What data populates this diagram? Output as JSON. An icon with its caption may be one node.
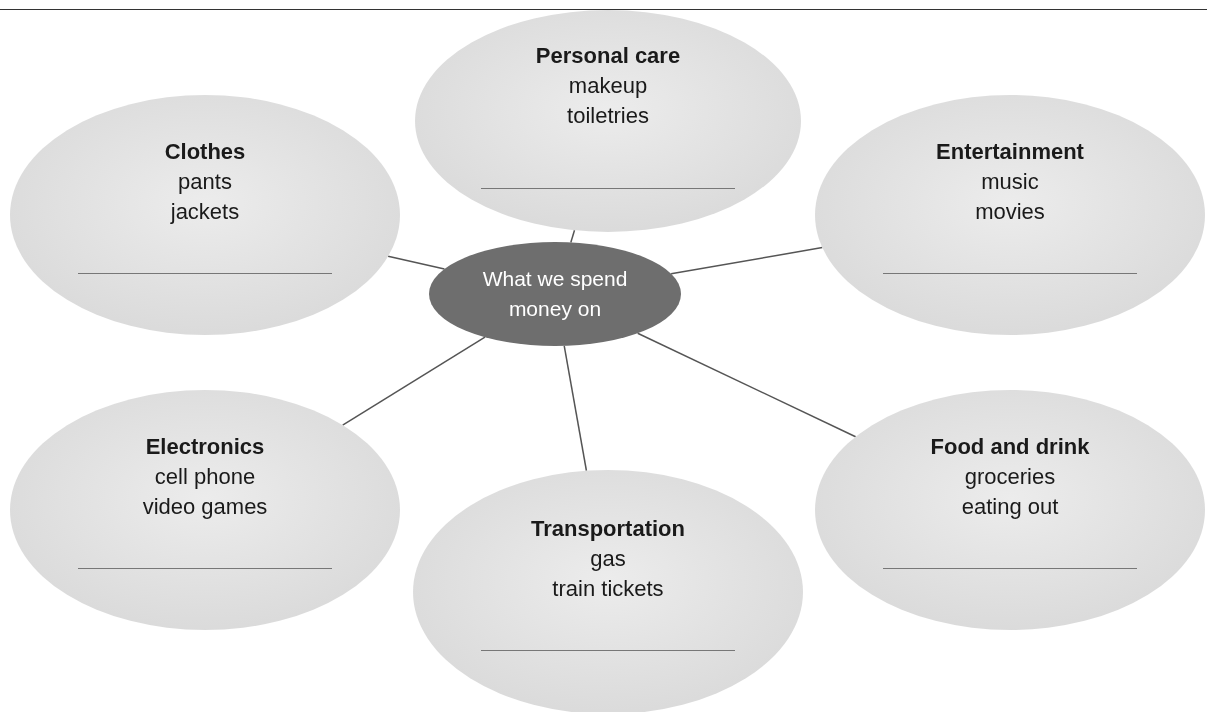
{
  "diagram": {
    "nodes": [
      {
        "text": [
          "Personal care",
          "makeup",
          "toiletries"
        ]
      },
      {
        "text": [
          "Clothes",
          "pants",
          "jackets"
        ]
      },
      {
        "text": [
          "Entertainment",
          "music",
          "movies"
        ]
      },
      {
        "text": [
          "What we spend money on"
        ]
      },
      {
        "text": [
          "Electronics",
          "cell phone",
          "video games"
        ]
      },
      {
        "text": [
          "Food and drink",
          "groceries",
          "eating out"
        ]
      },
      {
        "text": [
          "Transportation",
          "gas",
          "train tickets"
        ]
      }
    ],
    "edges": [
      {
        "from": 3,
        "to": 0,
        "arrow": "none"
      },
      {
        "from": 3,
        "to": 1,
        "arrow": "none"
      },
      {
        "from": 3,
        "to": 2,
        "arrow": "none"
      },
      {
        "from": 3,
        "to": 4,
        "arrow": "none"
      },
      {
        "from": 3,
        "to": 5,
        "arrow": "none"
      },
      {
        "from": 3,
        "to": 6,
        "arrow": "none"
      }
    ]
  }
}
